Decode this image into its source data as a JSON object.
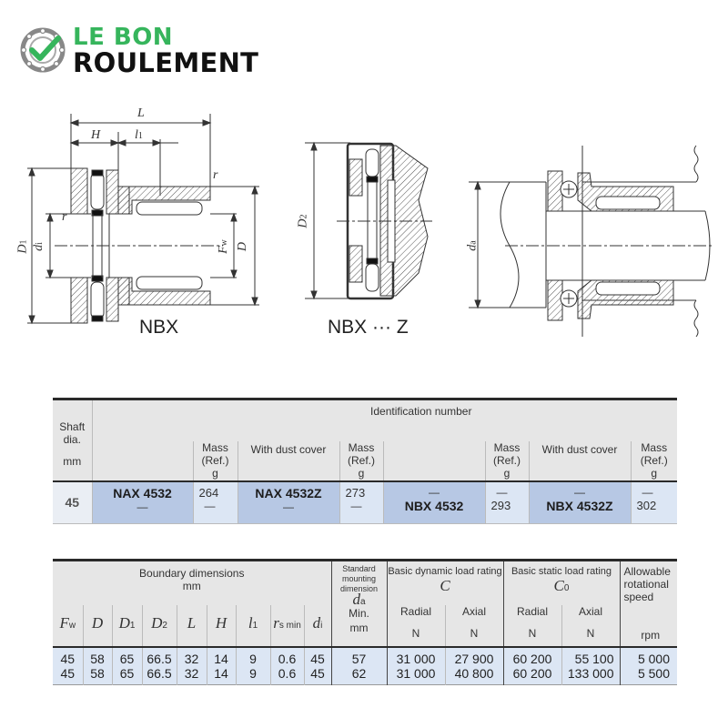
{
  "logo": {
    "line1": "LE BON",
    "line2": "ROULEMENT",
    "accent_color": "#36b55c",
    "icon": "bearing-check-icon"
  },
  "diagrams": {
    "nbx": {
      "label": "NBX",
      "dims": {
        "L": "L",
        "H": "H",
        "l1": "l",
        "l1_sub": "1",
        "D1": "D",
        "D1_sub": "1",
        "di": "d",
        "di_sub": "i",
        "Fw": "F",
        "Fw_sub": "w",
        "D": "D",
        "r_top": "r",
        "r_left": "r"
      }
    },
    "nbxz": {
      "label": "NBX ··· Z",
      "dims": {
        "D2": "D",
        "D2_sub": "2"
      }
    },
    "mounting": {
      "dims": {
        "da": "d",
        "da_sub": "a"
      }
    }
  },
  "table1": {
    "header": {
      "shaft_dia": "Shaft dia.",
      "shaft_unit": "mm",
      "identification": "Identification number",
      "mass": "Mass",
      "ref": "(Ref.)",
      "g": "g",
      "with_dust_cover": "With dust cover"
    },
    "row": {
      "shaft": "45",
      "nax": "NAX 4532",
      "nax_dash": "—",
      "nax_mass": "264",
      "nax_mass_dash": "—",
      "naxz": "NAX 4532Z",
      "naxz_dash": "—",
      "naxz_mass": "273",
      "naxz_mass_dash": "—",
      "nbx_dash": "—",
      "nbx": "NBX 4532",
      "nbx_mass_dash": "—",
      "nbx_mass": "293",
      "nbxz_dash": "—",
      "nbxz": "NBX 4532Z",
      "nbxz_mass_dash": "—",
      "nbxz_mass": "302"
    }
  },
  "table2": {
    "header": {
      "boundary": "Boundary dimensions",
      "boundary_unit": "mm",
      "standard": "Standard mounting",
      "dimension": "dimension",
      "da": "d",
      "da_sub": "a",
      "min": "Min.",
      "mm": "mm",
      "dynamic": "Basic dynamic load rating",
      "dynamic_sym": "C",
      "static": "Basic static load rating",
      "static_sym": "C",
      "static_sub": "0",
      "radial": "Radial",
      "axial": "Axial",
      "N": "N",
      "speed1": "Allowable",
      "speed2": "rotational",
      "speed3": "speed",
      "rpm": "rpm",
      "cols": [
        {
          "sym": "F",
          "sub": "w"
        },
        {
          "sym": "D",
          "sub": ""
        },
        {
          "sym": "D",
          "sub": "1"
        },
        {
          "sym": "D",
          "sub": "2"
        },
        {
          "sym": "L",
          "sub": ""
        },
        {
          "sym": "H",
          "sub": ""
        },
        {
          "sym": "l",
          "sub": "1"
        },
        {
          "sym": "r",
          "sub": "s min"
        },
        {
          "sym": "d",
          "sub": "i"
        }
      ]
    },
    "rows": [
      {
        "Fw": "45",
        "D": "58",
        "D1": "65",
        "D2": "66.5",
        "L": "32",
        "H": "14",
        "l1": "9",
        "rs": "0.6",
        "di": "45",
        "da": "57",
        "c_rad": "31 000",
        "c_ax": "27 900",
        "c0_rad": "60 200",
        "c0_ax": "55 100",
        "speed": "5 000"
      },
      {
        "Fw": "45",
        "D": "58",
        "D1": "65",
        "D2": "66.5",
        "L": "32",
        "H": "14",
        "l1": "9",
        "rs": "0.6",
        "di": "45",
        "da": "62",
        "c_rad": "31 000",
        "c_ax": "40 800",
        "c0_rad": "60 200",
        "c0_ax": "133 000",
        "speed": "5 500"
      }
    ]
  }
}
